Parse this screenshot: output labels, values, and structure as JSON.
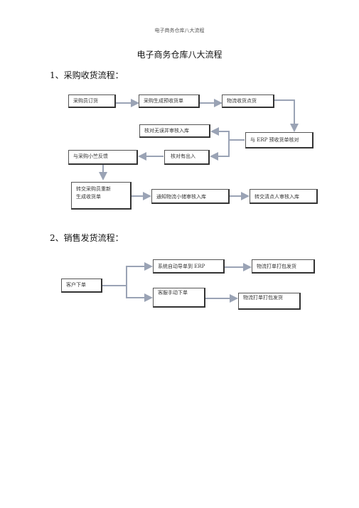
{
  "header": "电子商务仓库八大流程",
  "title": "电子商务仓库八大流程",
  "section1": {
    "heading": "1、采购收货流程：",
    "nodes": {
      "purchaser_order": "采购员订货",
      "create_receipt": "采购生成预收货单",
      "logistics_check": "物流收货点货",
      "verify_no_error": "核对无误并审核入库",
      "erp_check": "与 ERP 预收货单核对",
      "feedback": "与采购小竺反馈",
      "verify_discrepancy": "核对有出入",
      "resubmit_line1": "转交采购员重新",
      "resubmit_line2": "生成收货单",
      "notify_review": "通知物流小储审核入库",
      "count_in": "转交清点人审核入库"
    }
  },
  "section2": {
    "heading": "2、销售发货流程：",
    "nodes": {
      "customer_order": "客户下单",
      "auto_import": "系统自动导单到    ERP",
      "pack_ship_1": "物流打单打包发货",
      "manual_order": "客服手动下单",
      "pack_ship_2": "物流打单打包发货"
    }
  },
  "colors": {
    "arrow": "#9aa3b5",
    "box_border": "#333333"
  }
}
